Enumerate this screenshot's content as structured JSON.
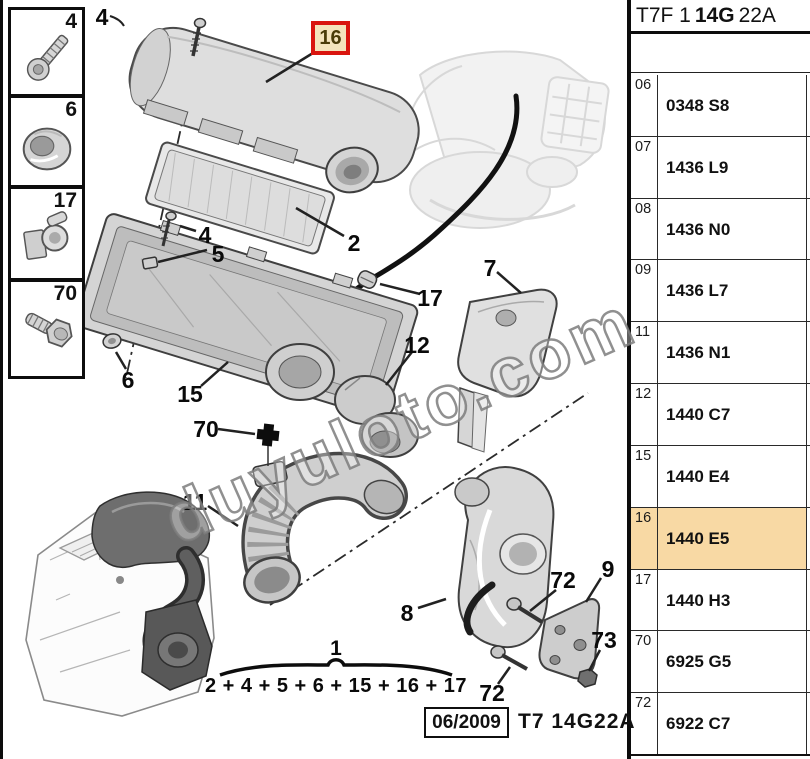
{
  "page": {
    "watermark": "duyuloto.com"
  },
  "header": {
    "prefix": "T7F 1",
    "bold": "14G",
    "suffix": "22A"
  },
  "parts_table": {
    "rows": [
      {
        "ref": "06",
        "part": "0348 S8",
        "highlighted": false
      },
      {
        "ref": "07",
        "part": "1436 L9",
        "highlighted": false
      },
      {
        "ref": "08",
        "part": "1436 N0",
        "highlighted": false
      },
      {
        "ref": "09",
        "part": "1436 L7",
        "highlighted": false
      },
      {
        "ref": "11",
        "part": "1436 N1",
        "highlighted": false
      },
      {
        "ref": "12",
        "part": "1440 C7",
        "highlighted": false
      },
      {
        "ref": "15",
        "part": "1440 E4",
        "highlighted": false
      },
      {
        "ref": "16",
        "part": "1440 E5",
        "highlighted": true
      },
      {
        "ref": "17",
        "part": "1440 H3",
        "highlighted": false
      },
      {
        "ref": "70",
        "part": "6925 G5",
        "highlighted": false
      },
      {
        "ref": "72",
        "part": "6922 C7",
        "highlighted": false
      }
    ]
  },
  "legend": {
    "items": [
      {
        "ref": "4",
        "icon": "screw-icon"
      },
      {
        "ref": "6",
        "icon": "grommet-icon"
      },
      {
        "ref": "17",
        "icon": "clip-icon"
      },
      {
        "ref": "70",
        "icon": "bolt-icon"
      }
    ]
  },
  "diagram": {
    "selected_callout": {
      "label": "16"
    },
    "callouts": [
      {
        "label": "4"
      },
      {
        "label": "2"
      },
      {
        "label": "4"
      },
      {
        "label": "5"
      },
      {
        "label": "17"
      },
      {
        "label": "6"
      },
      {
        "label": "15"
      },
      {
        "label": "12"
      },
      {
        "label": "7"
      },
      {
        "label": "70"
      },
      {
        "label": "11"
      },
      {
        "label": "8"
      },
      {
        "label": "72"
      },
      {
        "label": "9"
      },
      {
        "label": "73"
      },
      {
        "label": "72"
      }
    ],
    "assembly_group": {
      "label": "1",
      "expression": "2 + 4 + 5 + 6 + 15 + 16 + 17"
    },
    "footer": {
      "date": "06/2009",
      "code": "T7 14G22A"
    }
  },
  "colors": {
    "row_highlight": "#F8D9A4",
    "selected_border": "#D9150F",
    "selected_fill": "#F4E3BC"
  }
}
